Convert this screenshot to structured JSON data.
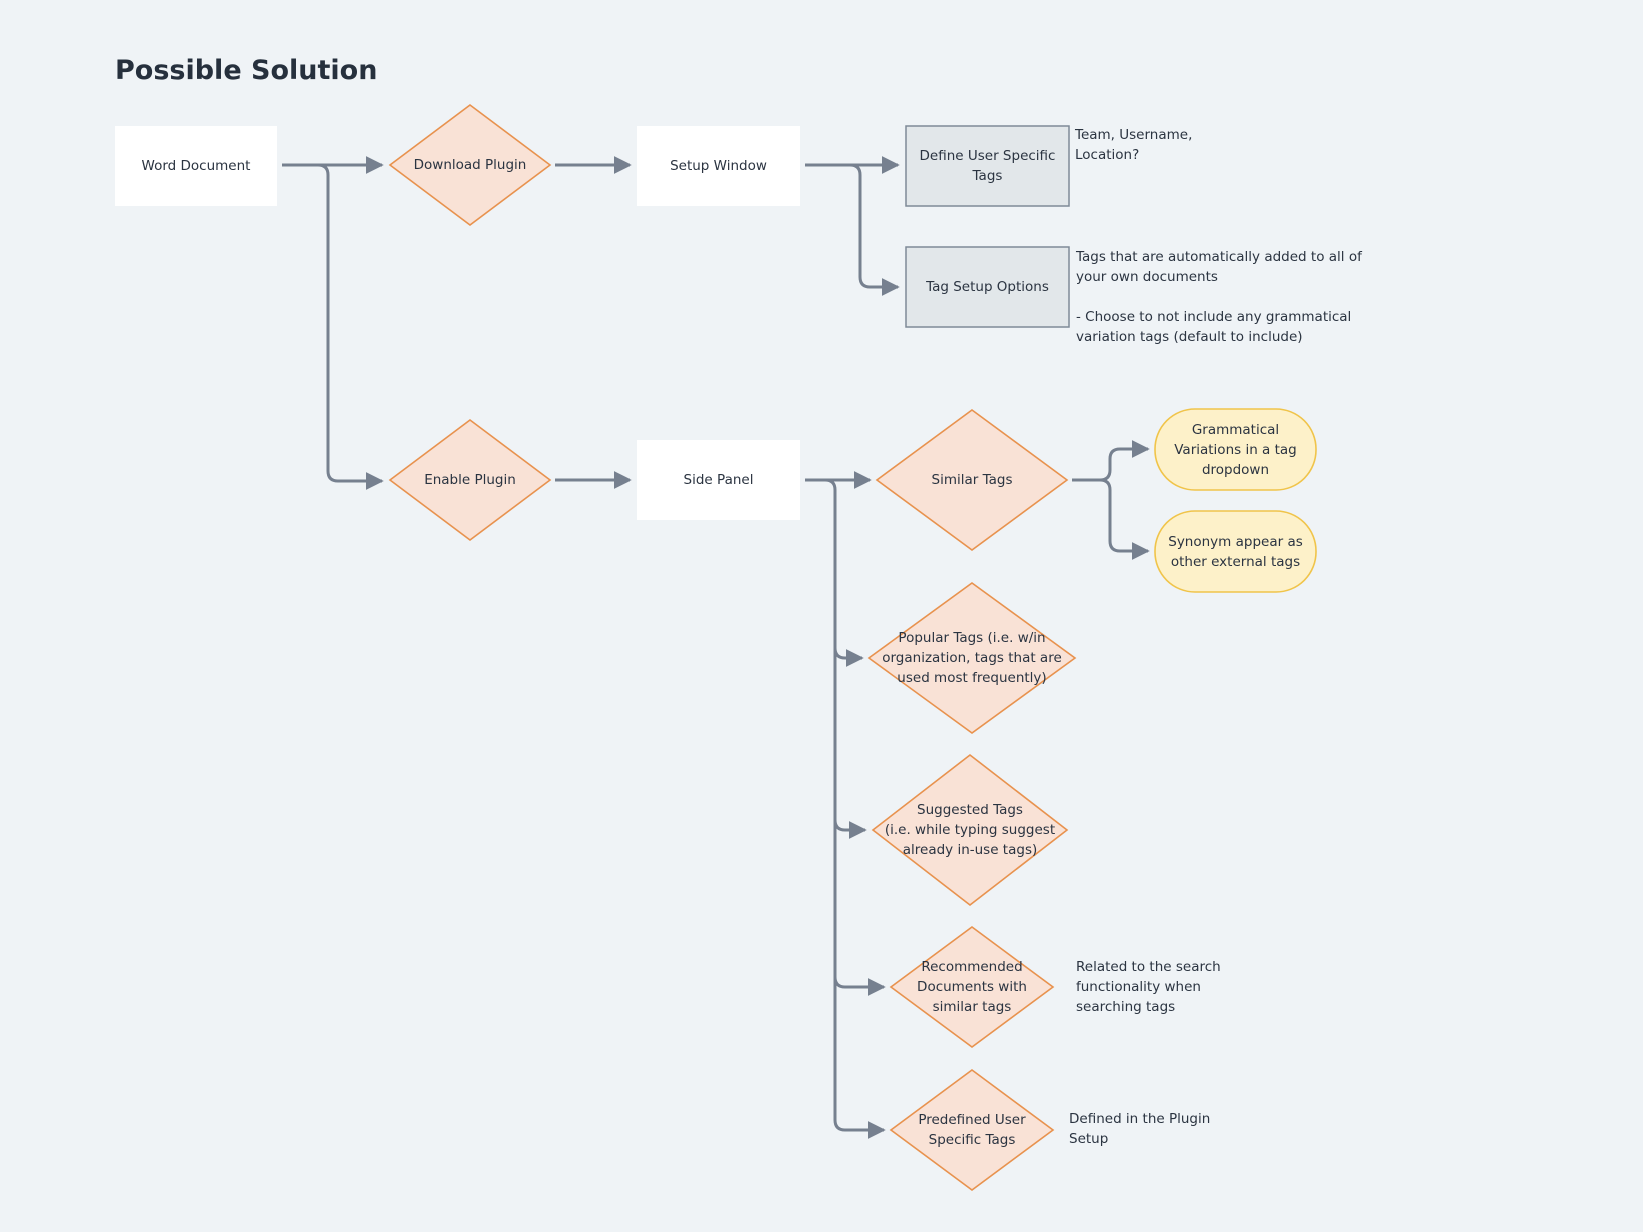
{
  "title": "Possible Solution",
  "colors": {
    "background": "#eff3f6",
    "connector": "#76808f",
    "decision_fill": "#f9e2d6",
    "decision_stroke": "#e8924e",
    "option_fill": "#e2e7ea",
    "option_stroke": "#7f8a97",
    "terminal_fill": "#fdf1c9",
    "terminal_stroke": "#f0c44a",
    "text": "#2b3441"
  },
  "nodes": {
    "word_document": "Word Document",
    "download_plugin": "Download Plugin",
    "setup_window": "Setup Window",
    "define_user_tags": "Define User Specific\nTags",
    "tag_setup_options": "Tag Setup Options",
    "enable_plugin": "Enable Plugin",
    "side_panel": "Side Panel",
    "similar_tags": "Similar Tags",
    "grammatical_variations": "Grammatical\nVariations in a tag\ndropdown",
    "synonyms": "Synonym appear as\nother external tags",
    "popular_tags": "Popular Tags (i.e. w/in\norganization, tags that are\nused most frequently)",
    "suggested_tags": "Suggested Tags\n(i.e. while typing suggest\nalready in-use tags)",
    "recommended_docs": "Recommended\nDocuments with\nsimilar tags",
    "predefined_tags": "Predefined User\nSpecific Tags"
  },
  "notes": {
    "define_user_tags": "Team, Username,\nLocation?",
    "tag_setup_options": "Tags that are automatically added to all of\nyour own documents\n\n- Choose to not include any grammatical\nvariation tags (default to include)",
    "recommended_docs": "Related to the search\nfunctionality when\nsearching tags",
    "predefined_tags": "Defined in the Plugin\nSetup"
  }
}
